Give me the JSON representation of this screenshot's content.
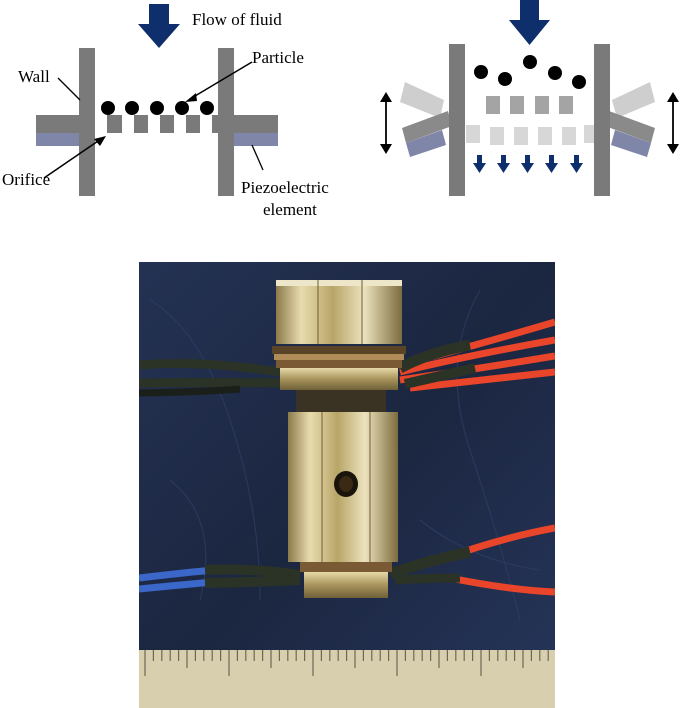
{
  "figure": {
    "labels": {
      "flow": "Flow of fluid",
      "particle": "Particle",
      "wall": "Wall",
      "orifice": "Orifice",
      "piezo_line1": "Piezoelectric",
      "piezo_line2": "element"
    },
    "colors": {
      "wall": "#7a7a7a",
      "wall_faded": "#c9c9c9",
      "piezo": "#7f86a8",
      "piezo_faded": "#c5c9da",
      "arrow": "#0e2f6b",
      "particle": "#000000"
    },
    "photo": {
      "description_icons": [
        "brass-fitting",
        "red-wires",
        "blue-wires",
        "ruler"
      ],
      "colors": {
        "cloth": "#1e2a44",
        "brass": "#c8b57a",
        "red_wire": "#e8452a",
        "blue_wire": "#3a67c8",
        "heat_shrink": "#2f3a2a",
        "ruler": "#d8cfae"
      }
    }
  }
}
